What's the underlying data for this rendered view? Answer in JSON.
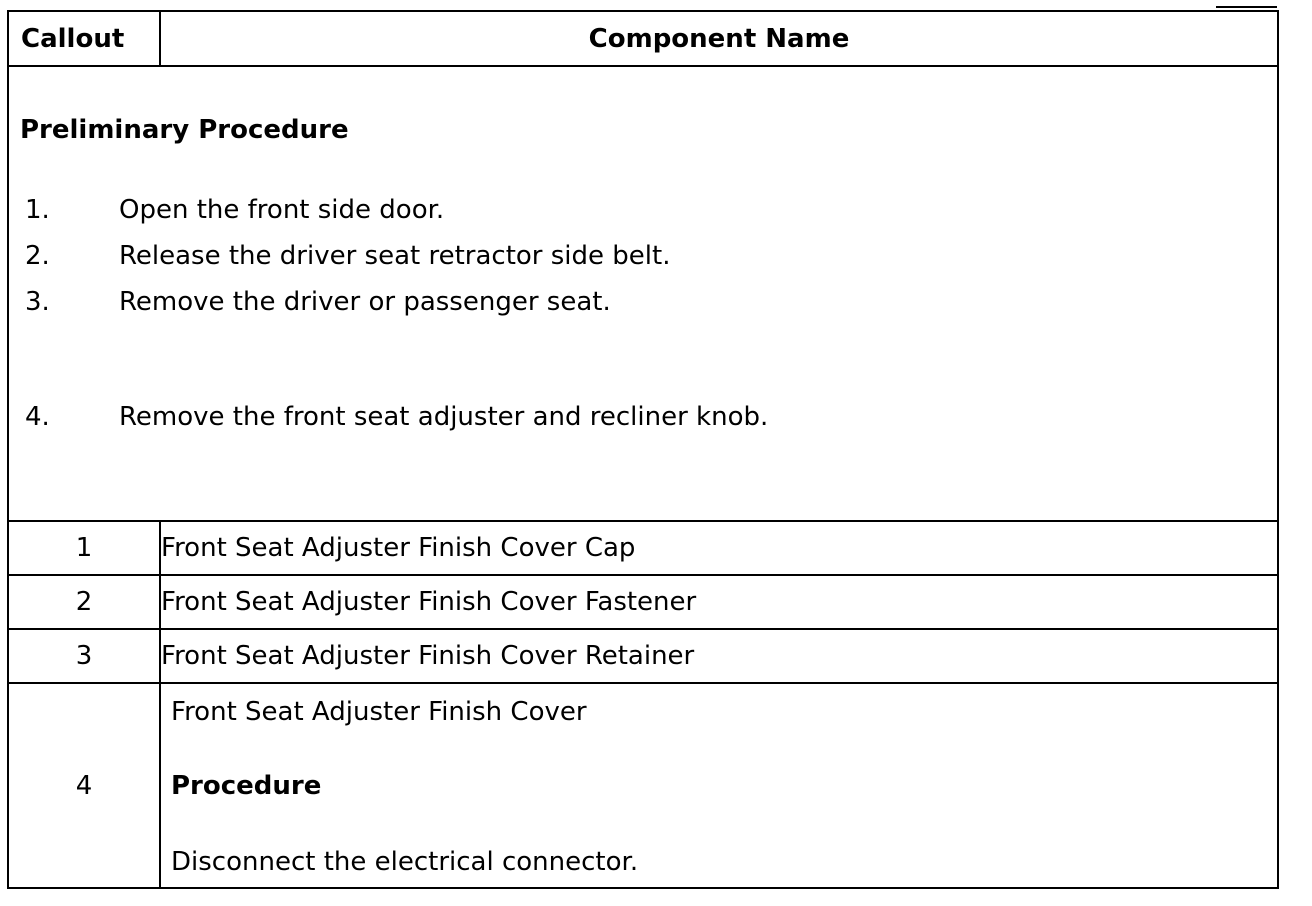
{
  "table": {
    "headers": {
      "callout": "Callout",
      "component_name": "Component Name"
    },
    "preliminary": {
      "title": "Preliminary Procedure",
      "steps": [
        {
          "num": "1.",
          "text": "Open the front side door."
        },
        {
          "num": "2.",
          "text": "Release the driver seat retractor side belt."
        },
        {
          "num": "3.",
          "text": "Remove the driver or passenger seat."
        },
        {
          "num": "4.",
          "text": "Remove the front seat adjuster and recliner knob."
        }
      ]
    },
    "rows": [
      {
        "callout": "1",
        "name": "Front Seat Adjuster Finish Cover Cap"
      },
      {
        "callout": "2",
        "name": "Front Seat Adjuster Finish Cover Fastener"
      },
      {
        "callout": "3",
        "name": "Front Seat Adjuster Finish Cover Retainer"
      },
      {
        "callout": "4",
        "name": "Front Seat Adjuster Finish Cover",
        "procedure_label": "Procedure",
        "procedure_text": "Disconnect the electrical connector."
      }
    ]
  }
}
